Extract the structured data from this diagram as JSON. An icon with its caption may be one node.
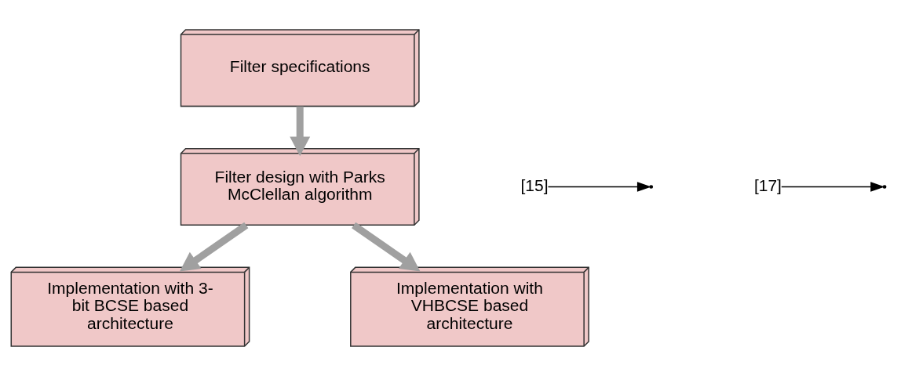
{
  "diagram": {
    "nodes": [
      {
        "text": [
          "Filter specifications"
        ]
      },
      {
        "text": [
          "Filter design with Parks McClellan algorithm"
        ]
      },
      {
        "text": [
          "Implementation with 3- bit BCSE based architecture"
        ]
      },
      {
        "text": [
          "Implementation with VHBCSE based architecture"
        ]
      },
      {
        "text": [
          "[15]"
        ]
      },
      {
        "text": [
          "[17]"
        ]
      }
    ],
    "edges": [
      {
        "from": 0,
        "to": 1,
        "arrow": "to"
      },
      {
        "from": 1,
        "to": 2,
        "arrow": "to"
      },
      {
        "from": 1,
        "to": 3,
        "arrow": "to"
      },
      {
        "from": 4,
        "to": null,
        "arrow": "to",
        "color": "#000000"
      },
      {
        "from": 5,
        "to": null,
        "arrow": "to",
        "color": "#000000"
      }
    ]
  }
}
